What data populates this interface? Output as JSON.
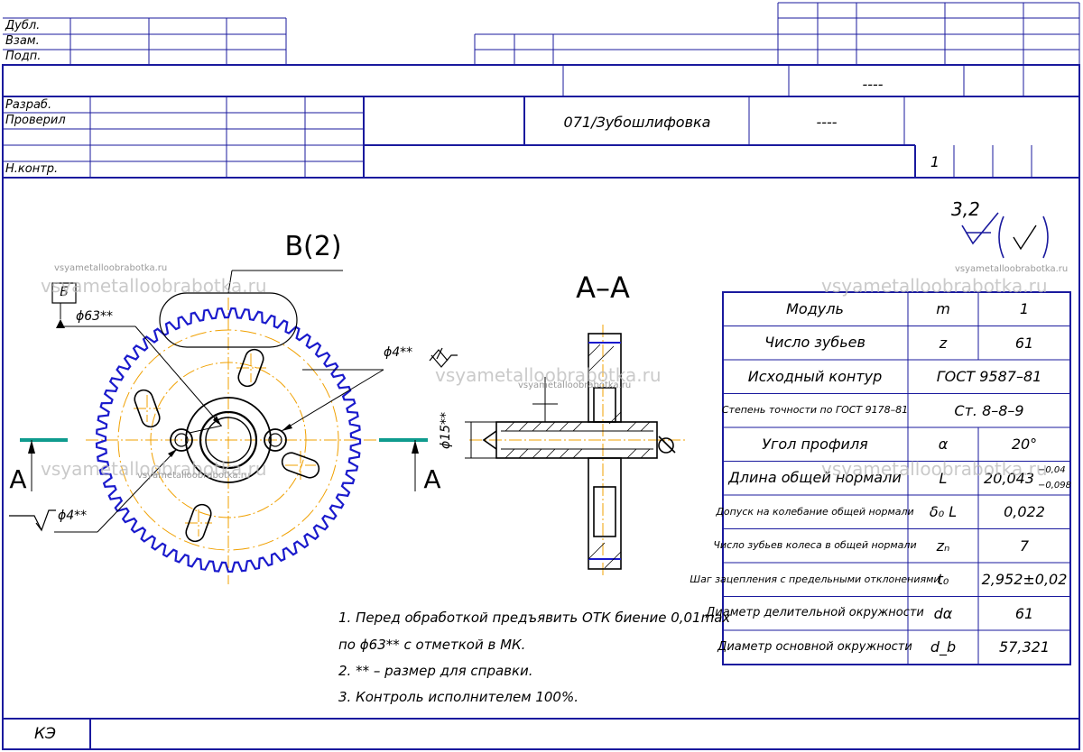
{
  "title_block": {
    "dubl": "Дубл.",
    "vzam": "Взам.",
    "podp": "Подп.",
    "razrab": "Разраб.",
    "proveril": "Проверил",
    "nkontr": "Н.контр.",
    "operation": "071/Зубошлифовка",
    "dash_top": "----",
    "dash_mid": "----",
    "sheet_no": "1",
    "footer_code": "КЭ"
  },
  "drawing": {
    "view_label": "В(2)",
    "section_title": "А–А",
    "section_mark_left": "А",
    "section_mark_right": "А",
    "datum_letter": "Б",
    "dim_phi63": "ϕ63**",
    "dim_phi4_top": "ϕ4**",
    "dim_phi4_bottom": "ϕ4**",
    "dim_phi15": "ϕ15**",
    "roughness_value": "3,2",
    "gear_color": "#1a1acc",
    "centerline_color": "#f0a000",
    "section_mark_color": "#0f9b8e"
  },
  "params_table": {
    "rows": [
      {
        "name": "Модуль",
        "sym": "m",
        "val": "1"
      },
      {
        "name": "Число зубьев",
        "sym": "z",
        "val": "61"
      },
      {
        "name": "Исходный контур",
        "sym": "",
        "val": "ГОСТ 9587–81"
      },
      {
        "name": "Степень точности по ГОСТ 9178–81",
        "sym": "",
        "val": "Ст. 8–8–9"
      },
      {
        "name": "Угол профиля",
        "sym": "α",
        "val": "20°"
      },
      {
        "name": "Длина общей нормали",
        "sym": "L",
        "val": "20,043",
        "tol_upper": "−0,04",
        "tol_lower": "−0,098"
      },
      {
        "name": "Допуск на колебание общей нормали",
        "sym": "δ₀ L",
        "val": "0,022"
      },
      {
        "name": "Число зубьев колеса в общей нормали",
        "sym": "zₙ",
        "val": "7"
      },
      {
        "name": "Шаг зацепления с предельными отклонениями",
        "sym": "t₀",
        "val": "2,952±0,02"
      },
      {
        "name": "Диаметр делительной окружности",
        "sym": "dα",
        "val": "61"
      },
      {
        "name": "Диаметр основной окружности",
        "sym": "d_b",
        "val": "57,321"
      }
    ]
  },
  "notes": [
    "1.  Перед обработкой предъявить ОТК биение 0,01max",
    "по ϕ63** с отметкой в МК.",
    "2.   ** – размер для справки.",
    "3.  Контроль исполнителем 100%."
  ],
  "watermarks": {
    "big": "vsyametalloobrabotka.ru",
    "small": "vsyametalloobrabotka.ru"
  }
}
